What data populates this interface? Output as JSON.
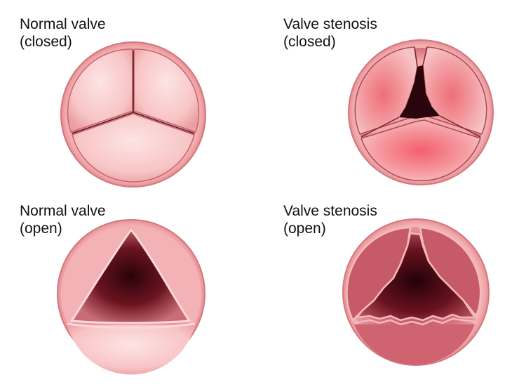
{
  "panels": {
    "normal_closed": {
      "title_line1": "Normal valve",
      "title_line2": "(closed)"
    },
    "stenosis_closed": {
      "title_line1": "Valve stenosis",
      "title_line2": "(closed)"
    },
    "normal_open": {
      "title_line1": "Normal valve",
      "title_line2": "(open)"
    },
    "stenosis_open": {
      "title_line1": "Valve stenosis",
      "title_line2": "(open)"
    }
  },
  "colors": {
    "ring_outer": "#f0a8aa",
    "ring_edge": "#c9686f",
    "leaflet_light": "#fbd6d6",
    "leaflet_mid": "#f4b3b5",
    "leaflet_inflamed": "#ee6a74",
    "opening_dark": "#3a0712",
    "commissure_line": "#6b1d24",
    "text": "#111111"
  }
}
